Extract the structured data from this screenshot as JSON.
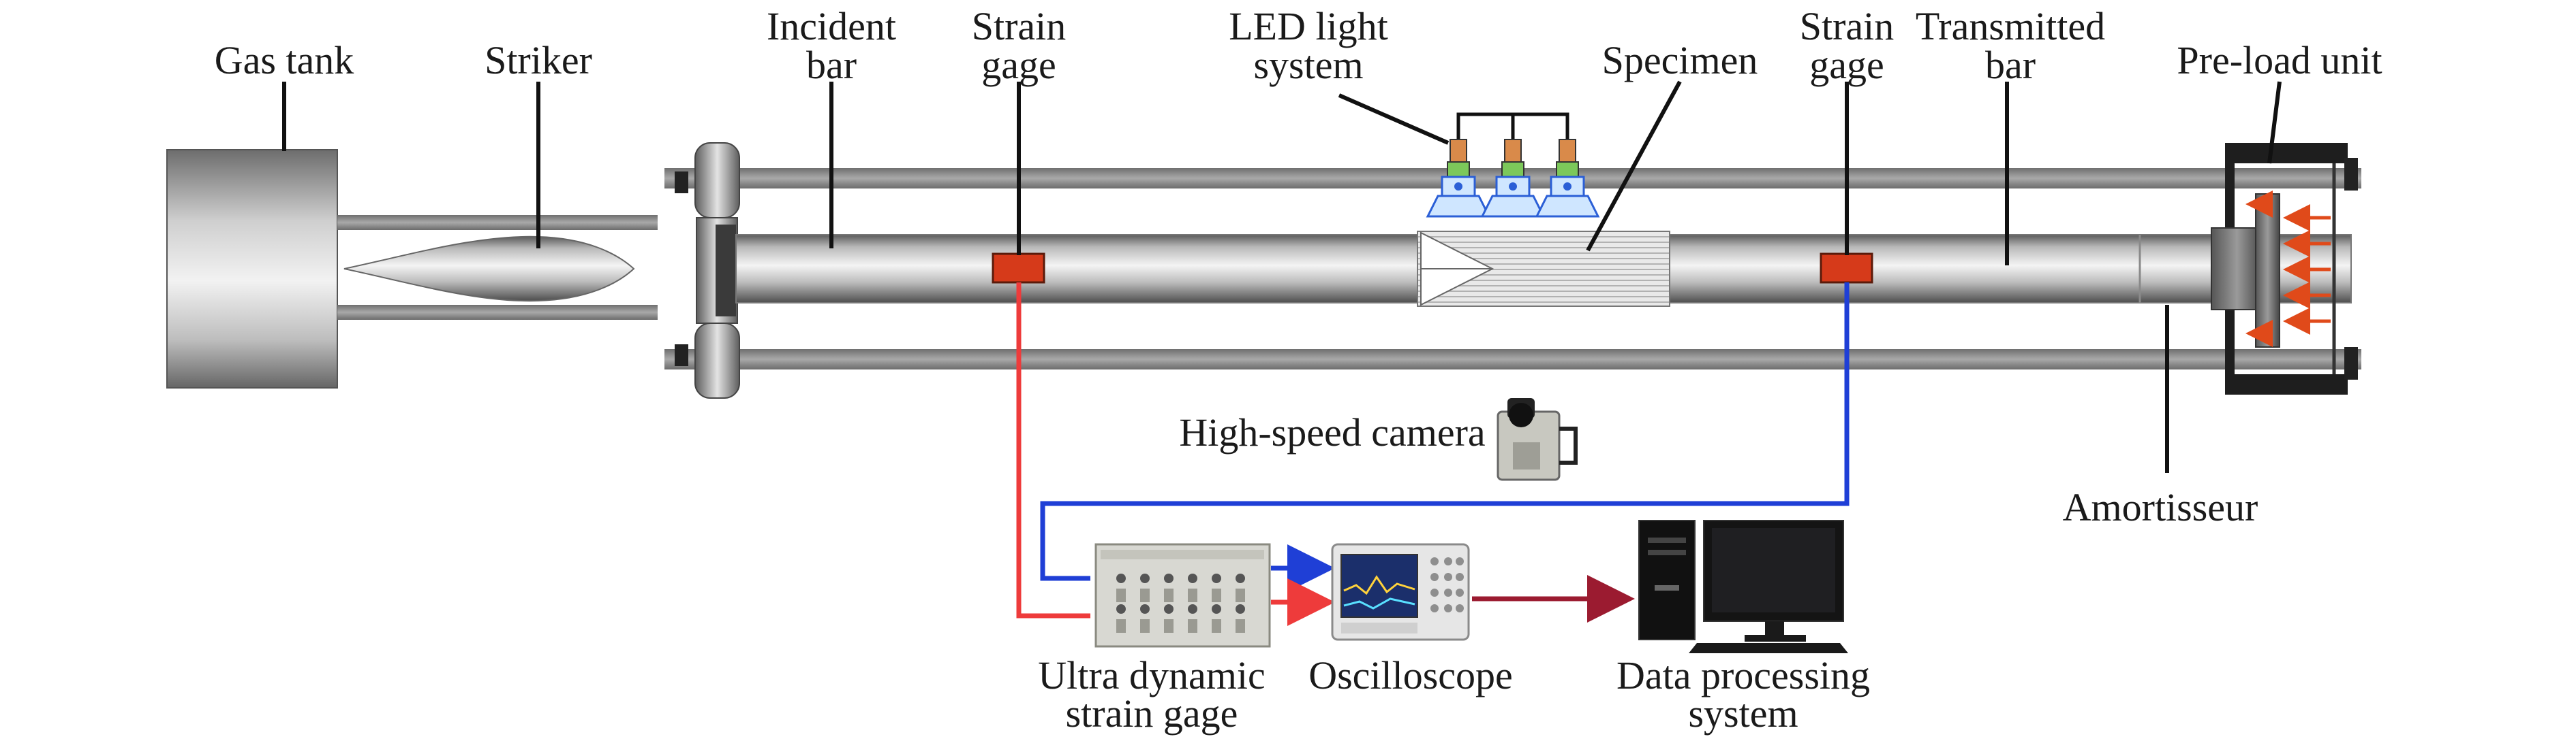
{
  "labels": {
    "gas_tank": "Gas tank",
    "striker": "Striker",
    "incident_bar_1": "Incident",
    "incident_bar_2": "bar",
    "strain_gage_left_1": "Strain",
    "strain_gage_left_2": "gage",
    "led_1": "LED light",
    "led_2": "system",
    "specimen": "Specimen",
    "strain_gage_right_1": "Strain",
    "strain_gage_right_2": "gage",
    "transmitted_bar_1": "Transmitted",
    "transmitted_bar_2": "bar",
    "preload_unit": "Pre-load unit",
    "camera": "High-speed camera",
    "amortisseur": "Amortisseur",
    "ultra_1": "Ultra dynamic",
    "ultra_2": "strain gage",
    "oscilloscope": "Oscilloscope",
    "data_1": "Data processing",
    "data_2": "system"
  },
  "colors": {
    "bar_gray": "#8a8a8a",
    "strain_gage_red": "#d63a1a",
    "signal_red": "#ee3b3b",
    "signal_blue": "#1f3fd6",
    "output_darkred": "#9b1b30",
    "preload_arrow": "#e04a1a"
  }
}
